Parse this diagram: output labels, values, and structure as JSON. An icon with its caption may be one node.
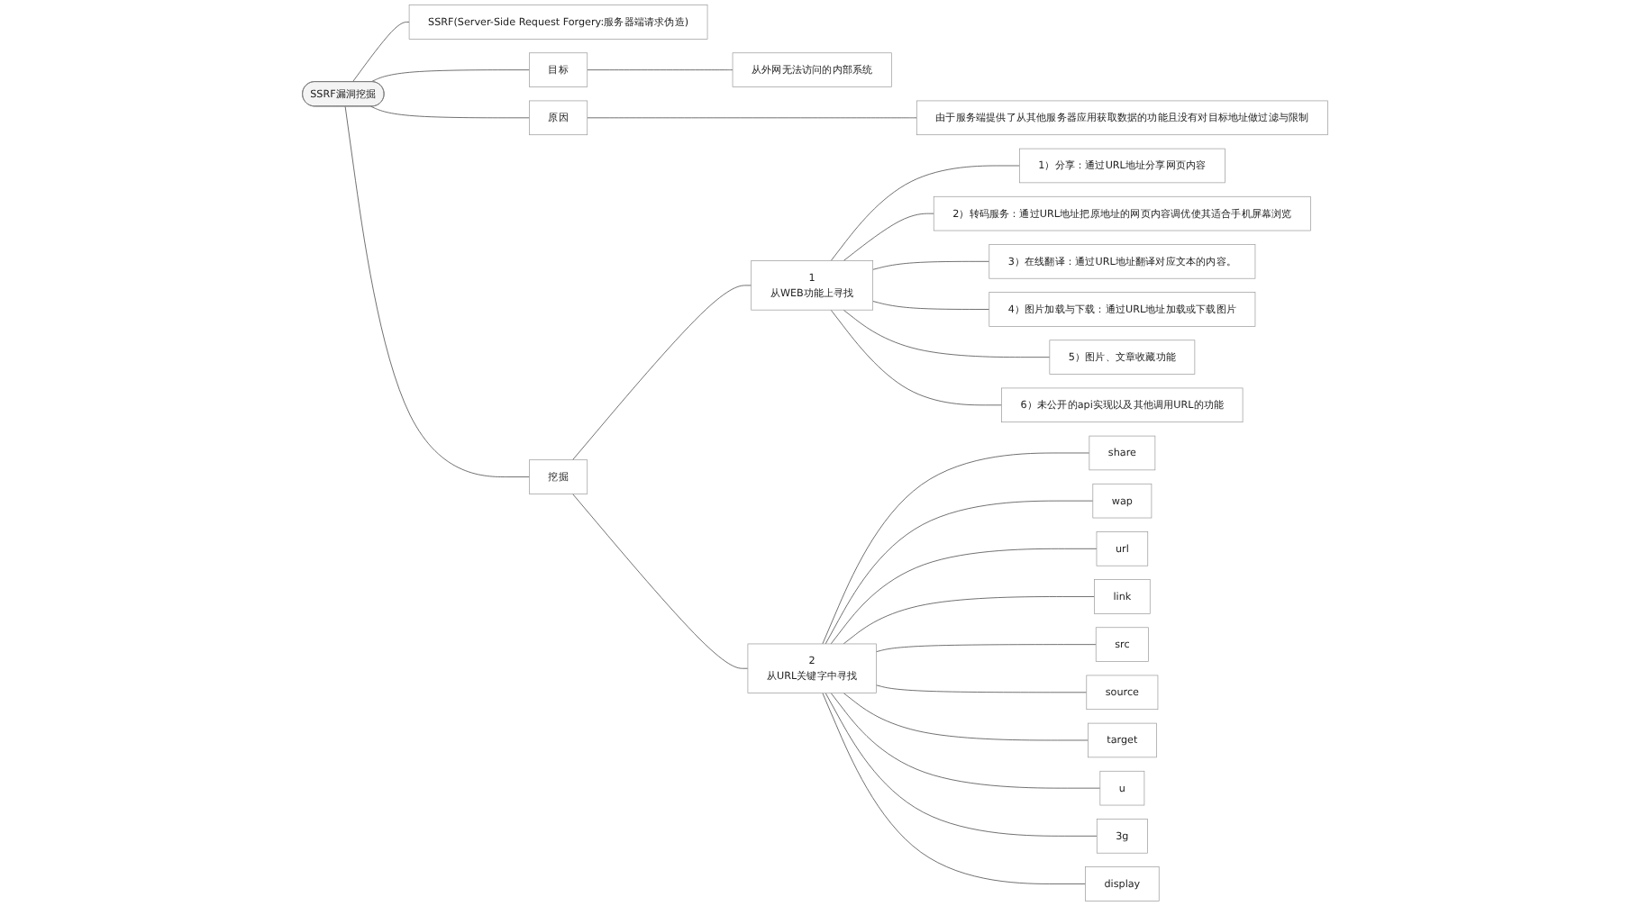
{
  "diagram": {
    "nodes": [
      {
        "text": [
          "SSRF漏洞挖掘"
        ]
      },
      {
        "text": [
          "SSRF(Server-Side Request Forgery:服务器端请求伪造)"
        ]
      },
      {
        "text": [
          "目标"
        ]
      },
      {
        "text": [
          "从外网无法访问的内部系统"
        ]
      },
      {
        "text": [
          "原因"
        ]
      },
      {
        "text": [
          "由于服务端提供了从其他服务器应用获取数据的功能且没有对目标地址做过滤与限制"
        ]
      },
      {
        "text": [
          "挖掘"
        ]
      },
      {
        "text": [
          "1",
          "从WEB功能上寻找"
        ]
      },
      {
        "text": [
          "1）分享：通过URL地址分享网页内容"
        ]
      },
      {
        "text": [
          "2）转码服务：通过URL地址把原地址的网页内容调优使其适合手机屏幕浏览"
        ]
      },
      {
        "text": [
          "3）在线翻译：通过URL地址翻译对应文本的内容。"
        ]
      },
      {
        "text": [
          "4）图片加载与下载：通过URL地址加载或下载图片"
        ]
      },
      {
        "text": [
          "5）图片、文章收藏功能"
        ]
      },
      {
        "text": [
          "6）未公开的api实现以及其他调用URL的功能"
        ]
      },
      {
        "text": [
          "2",
          "从URL关键字中寻找"
        ]
      },
      {
        "text": [
          "share"
        ]
      },
      {
        "text": [
          "wap"
        ]
      },
      {
        "text": [
          "url"
        ]
      },
      {
        "text": [
          "link"
        ]
      },
      {
        "text": [
          "src"
        ]
      },
      {
        "text": [
          "source"
        ]
      },
      {
        "text": [
          "target"
        ]
      },
      {
        "text": [
          "u"
        ]
      },
      {
        "text": [
          "3g"
        ]
      },
      {
        "text": [
          "display"
        ]
      }
    ],
    "edges": [
      {
        "from": 0,
        "to": 1,
        "arrow": "none"
      },
      {
        "from": 0,
        "to": 2,
        "arrow": "none"
      },
      {
        "from": 2,
        "to": 3,
        "arrow": "none"
      },
      {
        "from": 0,
        "to": 4,
        "arrow": "none"
      },
      {
        "from": 4,
        "to": 5,
        "arrow": "none"
      },
      {
        "from": 0,
        "to": 6,
        "arrow": "none"
      },
      {
        "from": 6,
        "to": 7,
        "arrow": "none"
      },
      {
        "from": 7,
        "to": 8,
        "arrow": "none"
      },
      {
        "from": 7,
        "to": 9,
        "arrow": "none"
      },
      {
        "from": 7,
        "to": 10,
        "arrow": "none"
      },
      {
        "from": 7,
        "to": 11,
        "arrow": "none"
      },
      {
        "from": 7,
        "to": 12,
        "arrow": "none"
      },
      {
        "from": 7,
        "to": 13,
        "arrow": "none"
      },
      {
        "from": 6,
        "to": 14,
        "arrow": "none"
      },
      {
        "from": 14,
        "to": 15,
        "arrow": "none"
      },
      {
        "from": 14,
        "to": 16,
        "arrow": "none"
      },
      {
        "from": 14,
        "to": 17,
        "arrow": "none"
      },
      {
        "from": 14,
        "to": 18,
        "arrow": "none"
      },
      {
        "from": 14,
        "to": 19,
        "arrow": "none"
      },
      {
        "from": 14,
        "to": 20,
        "arrow": "none"
      },
      {
        "from": 14,
        "to": 21,
        "arrow": "none"
      },
      {
        "from": 14,
        "to": 22,
        "arrow": "none"
      },
      {
        "from": 14,
        "to": 23,
        "arrow": "none"
      },
      {
        "from": 14,
        "to": 24,
        "arrow": "none"
      }
    ]
  }
}
